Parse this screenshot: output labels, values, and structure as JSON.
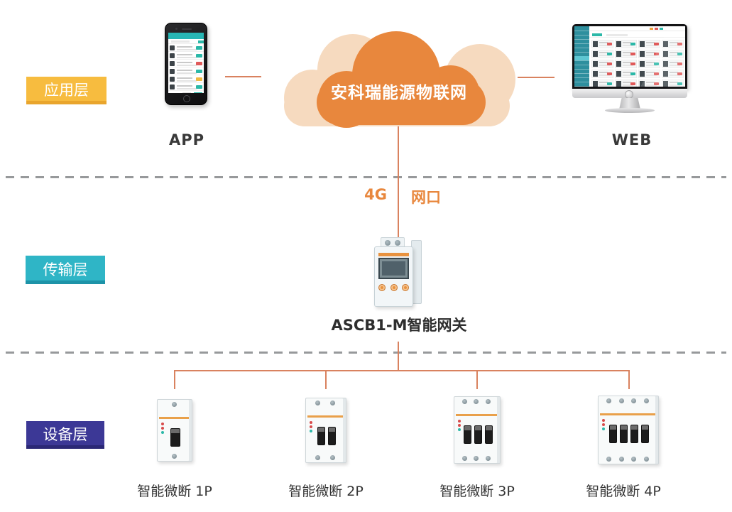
{
  "layers": [
    {
      "label": "应用层"
    },
    {
      "label": "传输层"
    },
    {
      "label": "设备层"
    }
  ],
  "application": {
    "cloud_label": "安科瑞能源物联网",
    "app_label": "APP",
    "web_label": "WEB"
  },
  "links": {
    "cellular": "4G",
    "ethernet": "网口"
  },
  "gateway": {
    "label": "ASCB1-M智能网关"
  },
  "breakers": [
    {
      "label": "智能微断 1P",
      "poles": 1
    },
    {
      "label": "智能微断 2P",
      "poles": 2
    },
    {
      "label": "智能微断 3P",
      "poles": 3
    },
    {
      "label": "智能微断 4P",
      "poles": 4
    }
  ],
  "colors": {
    "application_layer": "#F7BC3F",
    "transmission_layer": "#2FB5C6",
    "device_layer": "#3C3896",
    "cloud_main": "#E8873D",
    "cloud_light": "#F6DABF",
    "connector_line": "#D9825F",
    "dashed_separator": "#97999B",
    "port_text": "#E8873D",
    "app_ui_teal": "#2BB8A8",
    "status_red": "#E05A5A",
    "status_yellow": "#F0B840"
  }
}
